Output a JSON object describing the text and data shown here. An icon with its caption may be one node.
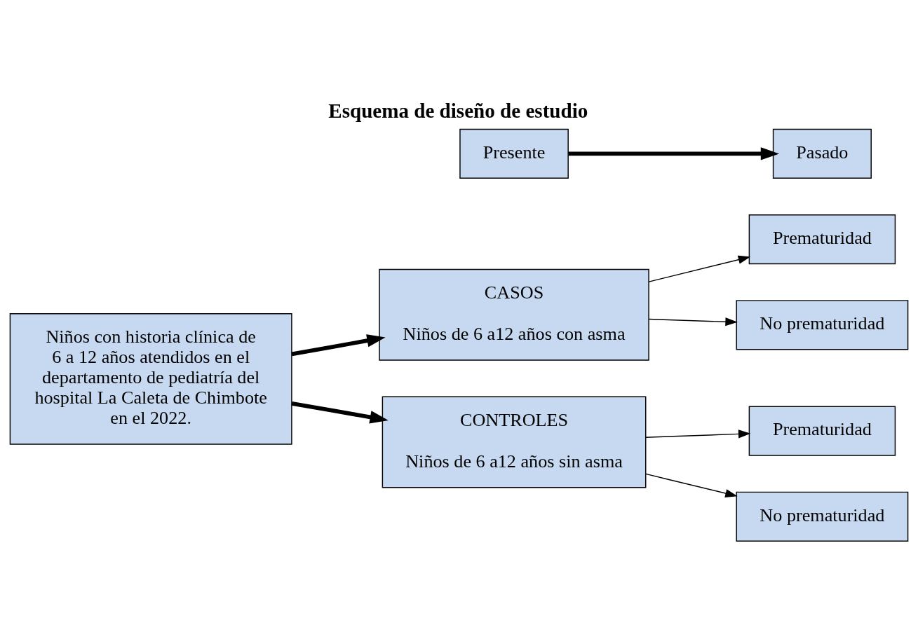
{
  "diagram": {
    "title": "Esquema de diseño de estudio",
    "nodes": [
      {
        "text": [
          "Niños con historia clínica de 6 a 12 años atendidos en el departamento de pediatría del hospital La Caleta de Chimbote en el 2022."
        ]
      },
      {
        "text": [
          "CASOS",
          "Niños de 6 a12 años con asma"
        ]
      },
      {
        "text": [
          "CONTROLES",
          "Niños de 6 a12 años sin asma"
        ]
      },
      {
        "text": [
          "Prematuridad"
        ]
      },
      {
        "text": [
          "No prematuridad"
        ]
      },
      {
        "text": [
          "Prematuridad"
        ]
      },
      {
        "text": [
          "No prematuridad"
        ]
      },
      {
        "text": [
          "Presente"
        ]
      },
      {
        "text": [
          "Pasado"
        ]
      }
    ],
    "edges": [
      {
        "from": 0,
        "to": 1,
        "arrow": "to",
        "style": "thick"
      },
      {
        "from": 0,
        "to": 2,
        "arrow": "to",
        "style": "thick"
      },
      {
        "from": 1,
        "to": 3,
        "arrow": "to"
      },
      {
        "from": 1,
        "to": 4,
        "arrow": "to"
      },
      {
        "from": 2,
        "to": 5,
        "arrow": "to"
      },
      {
        "from": 2,
        "to": 6,
        "arrow": "to"
      },
      {
        "from": 7,
        "to": 8,
        "arrow": "to",
        "style": "thick"
      }
    ]
  }
}
